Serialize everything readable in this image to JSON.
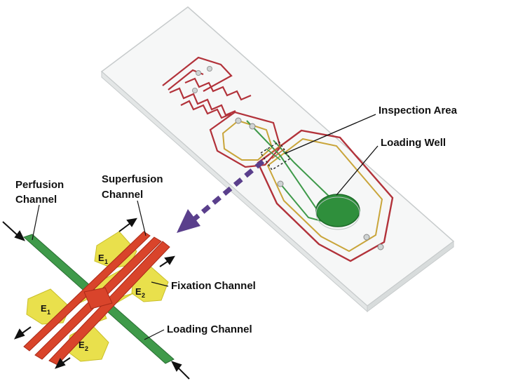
{
  "labels": {
    "inspection_area": "Inspection Area",
    "loading_well": "Loading Well",
    "perfusion_line1": "Perfusion",
    "perfusion_line2": "Channel",
    "superfusion_line1": "Superfusion",
    "superfusion_line2": "Channel",
    "fixation_channel": "Fixation Channel",
    "loading_channel": "Loading Channel"
  },
  "electrodes": {
    "e1_top": {
      "letter": "E",
      "index": "1"
    },
    "e2_right": {
      "letter": "E",
      "index": "2"
    },
    "e1_left": {
      "letter": "E",
      "index": "1"
    },
    "e2_bottom": {
      "letter": "E",
      "index": "2"
    }
  },
  "colors": {
    "electrode_red": "#b2323a",
    "outline_yellow": "#c9a53a",
    "channel_green": "#3f9a4a",
    "well_green": "#2f8f3c",
    "arrow_purple": "#5a3f8c",
    "superfusion_red": "#d9442b",
    "electrode_yellow": "#e9e04c"
  }
}
